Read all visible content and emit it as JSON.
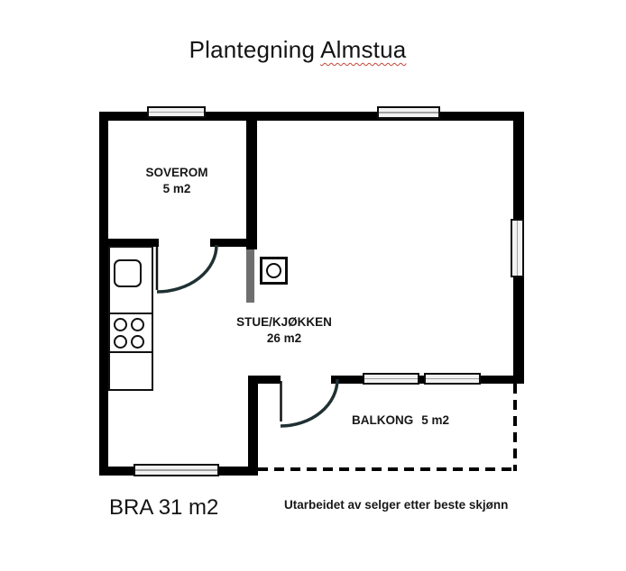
{
  "title": {
    "prefix": "Plantegning",
    "word": "Almstua"
  },
  "rooms": {
    "soverom": {
      "name": "SOVEROM",
      "area": "5 m2"
    },
    "stue": {
      "name": "STUE/KJØKKEN",
      "area": "26 m2"
    },
    "balkong": {
      "name": "BALKONG",
      "area": "5 m2"
    }
  },
  "footer": {
    "bra": "BRA 31 m2",
    "disclaimer": "Utarbeidet av selger etter beste skjønn"
  },
  "colors": {
    "wall": "#000000",
    "door_arc": "#203133",
    "window_fill": "#f2f2f2",
    "window_midline": "#a0a0a0",
    "vent_gray": "#6f6f6f",
    "misspell_underline": "#c44536",
    "text": "#1a1a1a",
    "background": "#ffffff"
  }
}
